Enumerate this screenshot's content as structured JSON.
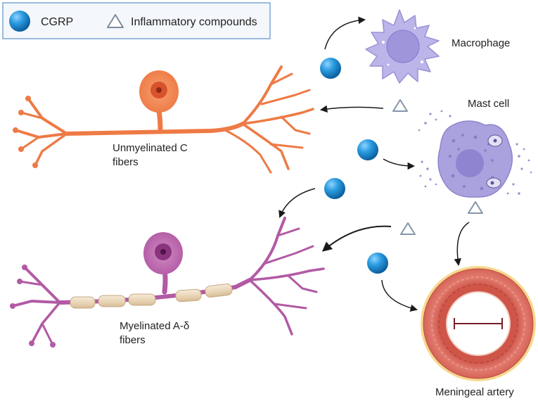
{
  "legend": {
    "cgrp_label": "CGRP",
    "inflammatory_label": "Inflammatory compounds"
  },
  "labels": {
    "macrophage": "Macrophage",
    "mast_cell": "Mast cell",
    "unmyelinated_line1": "Unmyelinated C",
    "unmyelinated_line2": "fibers",
    "myelinated_line1": "Myelinated A-δ",
    "myelinated_line2": "fibers",
    "meningeal_artery": "Meningeal artery"
  },
  "colors": {
    "cgrp": "#1f8fd6",
    "unmyelinated_fiber": "#f07845",
    "myelinated_fiber": "#b25aa4",
    "myelin_sheath": "#eedcc3",
    "macrophage": "#b9b3e6",
    "mast_cell": "#a59ddc",
    "artery_wall": "#dd6b61",
    "legend_border": "#7aa7d8"
  }
}
